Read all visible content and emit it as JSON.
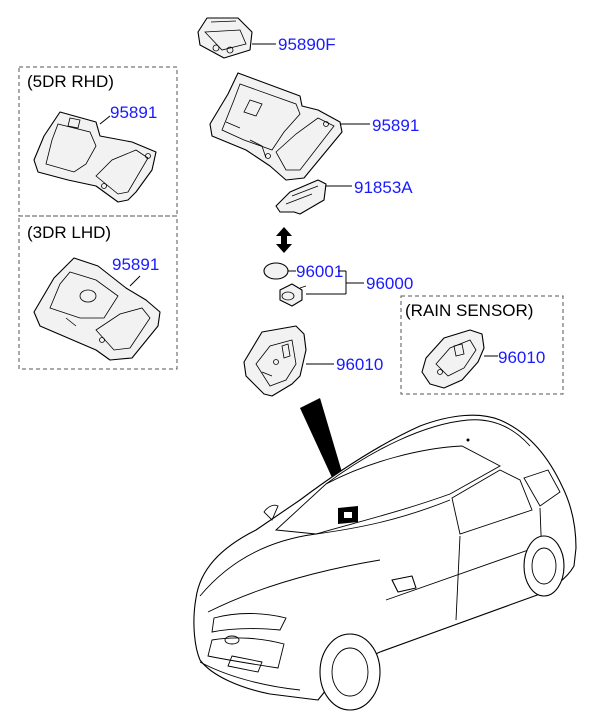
{
  "parts": {
    "p95890f": "95890F",
    "p95891_main": "95891",
    "p91853a": "91853A",
    "p96001": "96001",
    "p96000": "96000",
    "p96010_main": "96010",
    "p95891_5dr": "95891",
    "p95891_3dr": "95891",
    "p96010_rain": "96010"
  },
  "labels": {
    "box_5dr": "(5DR RHD)",
    "box_3dr": "(3DR LHD)",
    "box_rain": "(RAIN SENSOR)"
  },
  "colors": {
    "part_number": "#1a1aff",
    "label": "#000000"
  },
  "icons": {
    "arrow": "double-arrow-icon",
    "pointer": "pointer-wedge"
  }
}
